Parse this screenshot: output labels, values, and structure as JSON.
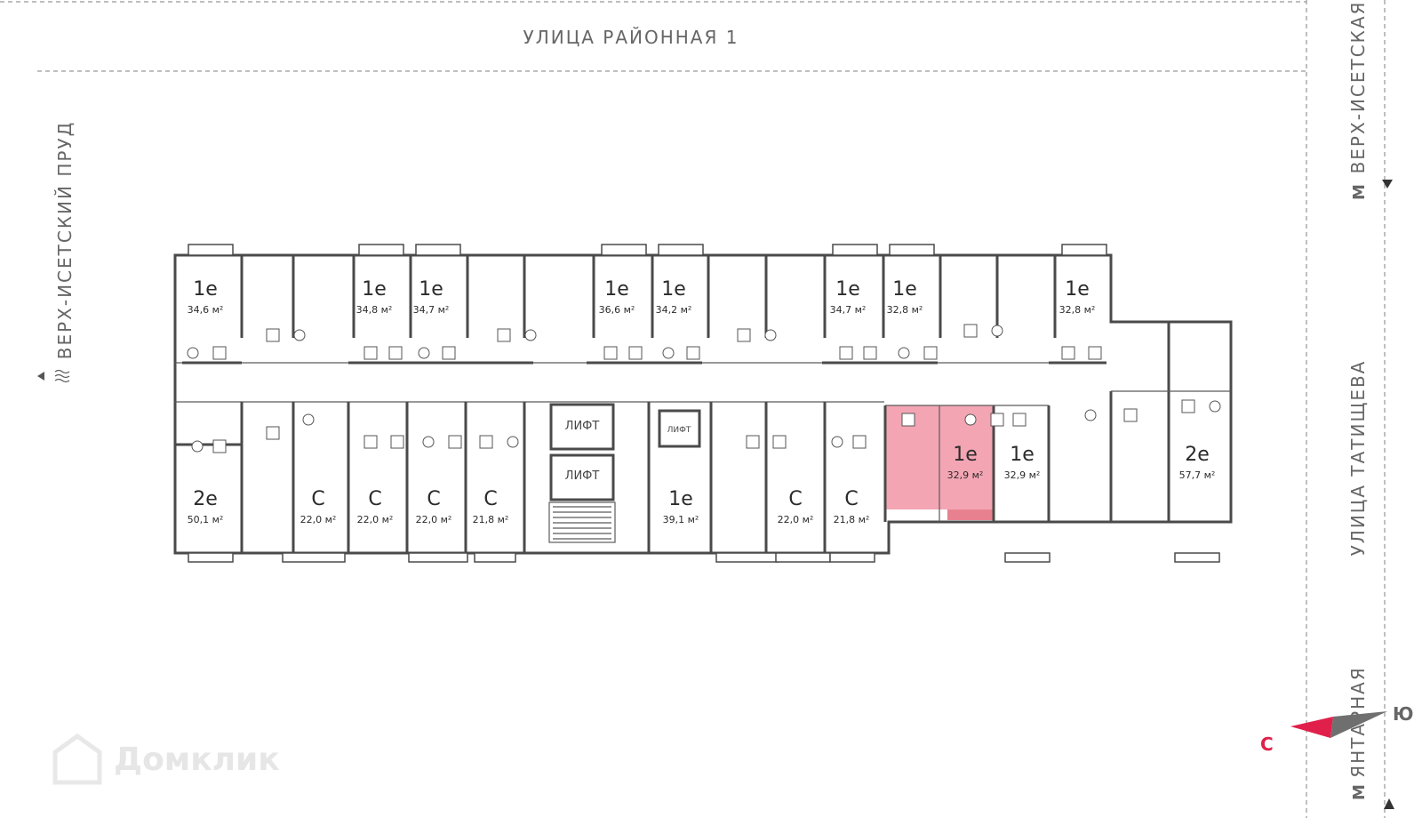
{
  "streets": {
    "top": "УЛИЦА РАЙОННАЯ 1",
    "left": "ВЕРХ-ИСЕТСКИЙ ПРУД",
    "right_main": "УЛИЦА ТАТИЩЕВА",
    "metro_top": "ВЕРХ-ИСЕТСКАЯ",
    "metro_bottom": "ЯНТАРНАЯ",
    "metro_symbol": "М"
  },
  "compass": {
    "north": "С",
    "south": "Ю",
    "north_color": "#e0204a",
    "south_color": "#666666"
  },
  "lift_label": "ЛИФТ",
  "area_unit": "м²",
  "highlight_color": "#f2a0b0",
  "apartments": [
    {
      "id": "a1",
      "type": "1е",
      "area": "34,6"
    },
    {
      "id": "a2",
      "type": "1е",
      "area": "34,8"
    },
    {
      "id": "a3",
      "type": "1е",
      "area": "34,7"
    },
    {
      "id": "a4",
      "type": "1е",
      "area": "36,6"
    },
    {
      "id": "a5",
      "type": "1е",
      "area": "34,2"
    },
    {
      "id": "a6",
      "type": "1е",
      "area": "34,7"
    },
    {
      "id": "a7",
      "type": "1е",
      "area": "32,8"
    },
    {
      "id": "a8",
      "type": "1е",
      "area": "32,8"
    },
    {
      "id": "b1",
      "type": "2е",
      "area": "50,1"
    },
    {
      "id": "b2",
      "type": "С",
      "area": "22,0"
    },
    {
      "id": "b3",
      "type": "С",
      "area": "22,0"
    },
    {
      "id": "b4",
      "type": "С",
      "area": "22,0"
    },
    {
      "id": "b5",
      "type": "С",
      "area": "21,8"
    },
    {
      "id": "b6",
      "type": "1е",
      "area": "39,1"
    },
    {
      "id": "b7",
      "type": "С",
      "area": "22,0"
    },
    {
      "id": "b8",
      "type": "С",
      "area": "21,8"
    },
    {
      "id": "b9",
      "type": "1е",
      "area": "32,9",
      "selected": true
    },
    {
      "id": "b10",
      "type": "1е",
      "area": "32,9"
    },
    {
      "id": "b11",
      "type": "2е",
      "area": "57,7"
    }
  ],
  "watermark": "Домклик"
}
